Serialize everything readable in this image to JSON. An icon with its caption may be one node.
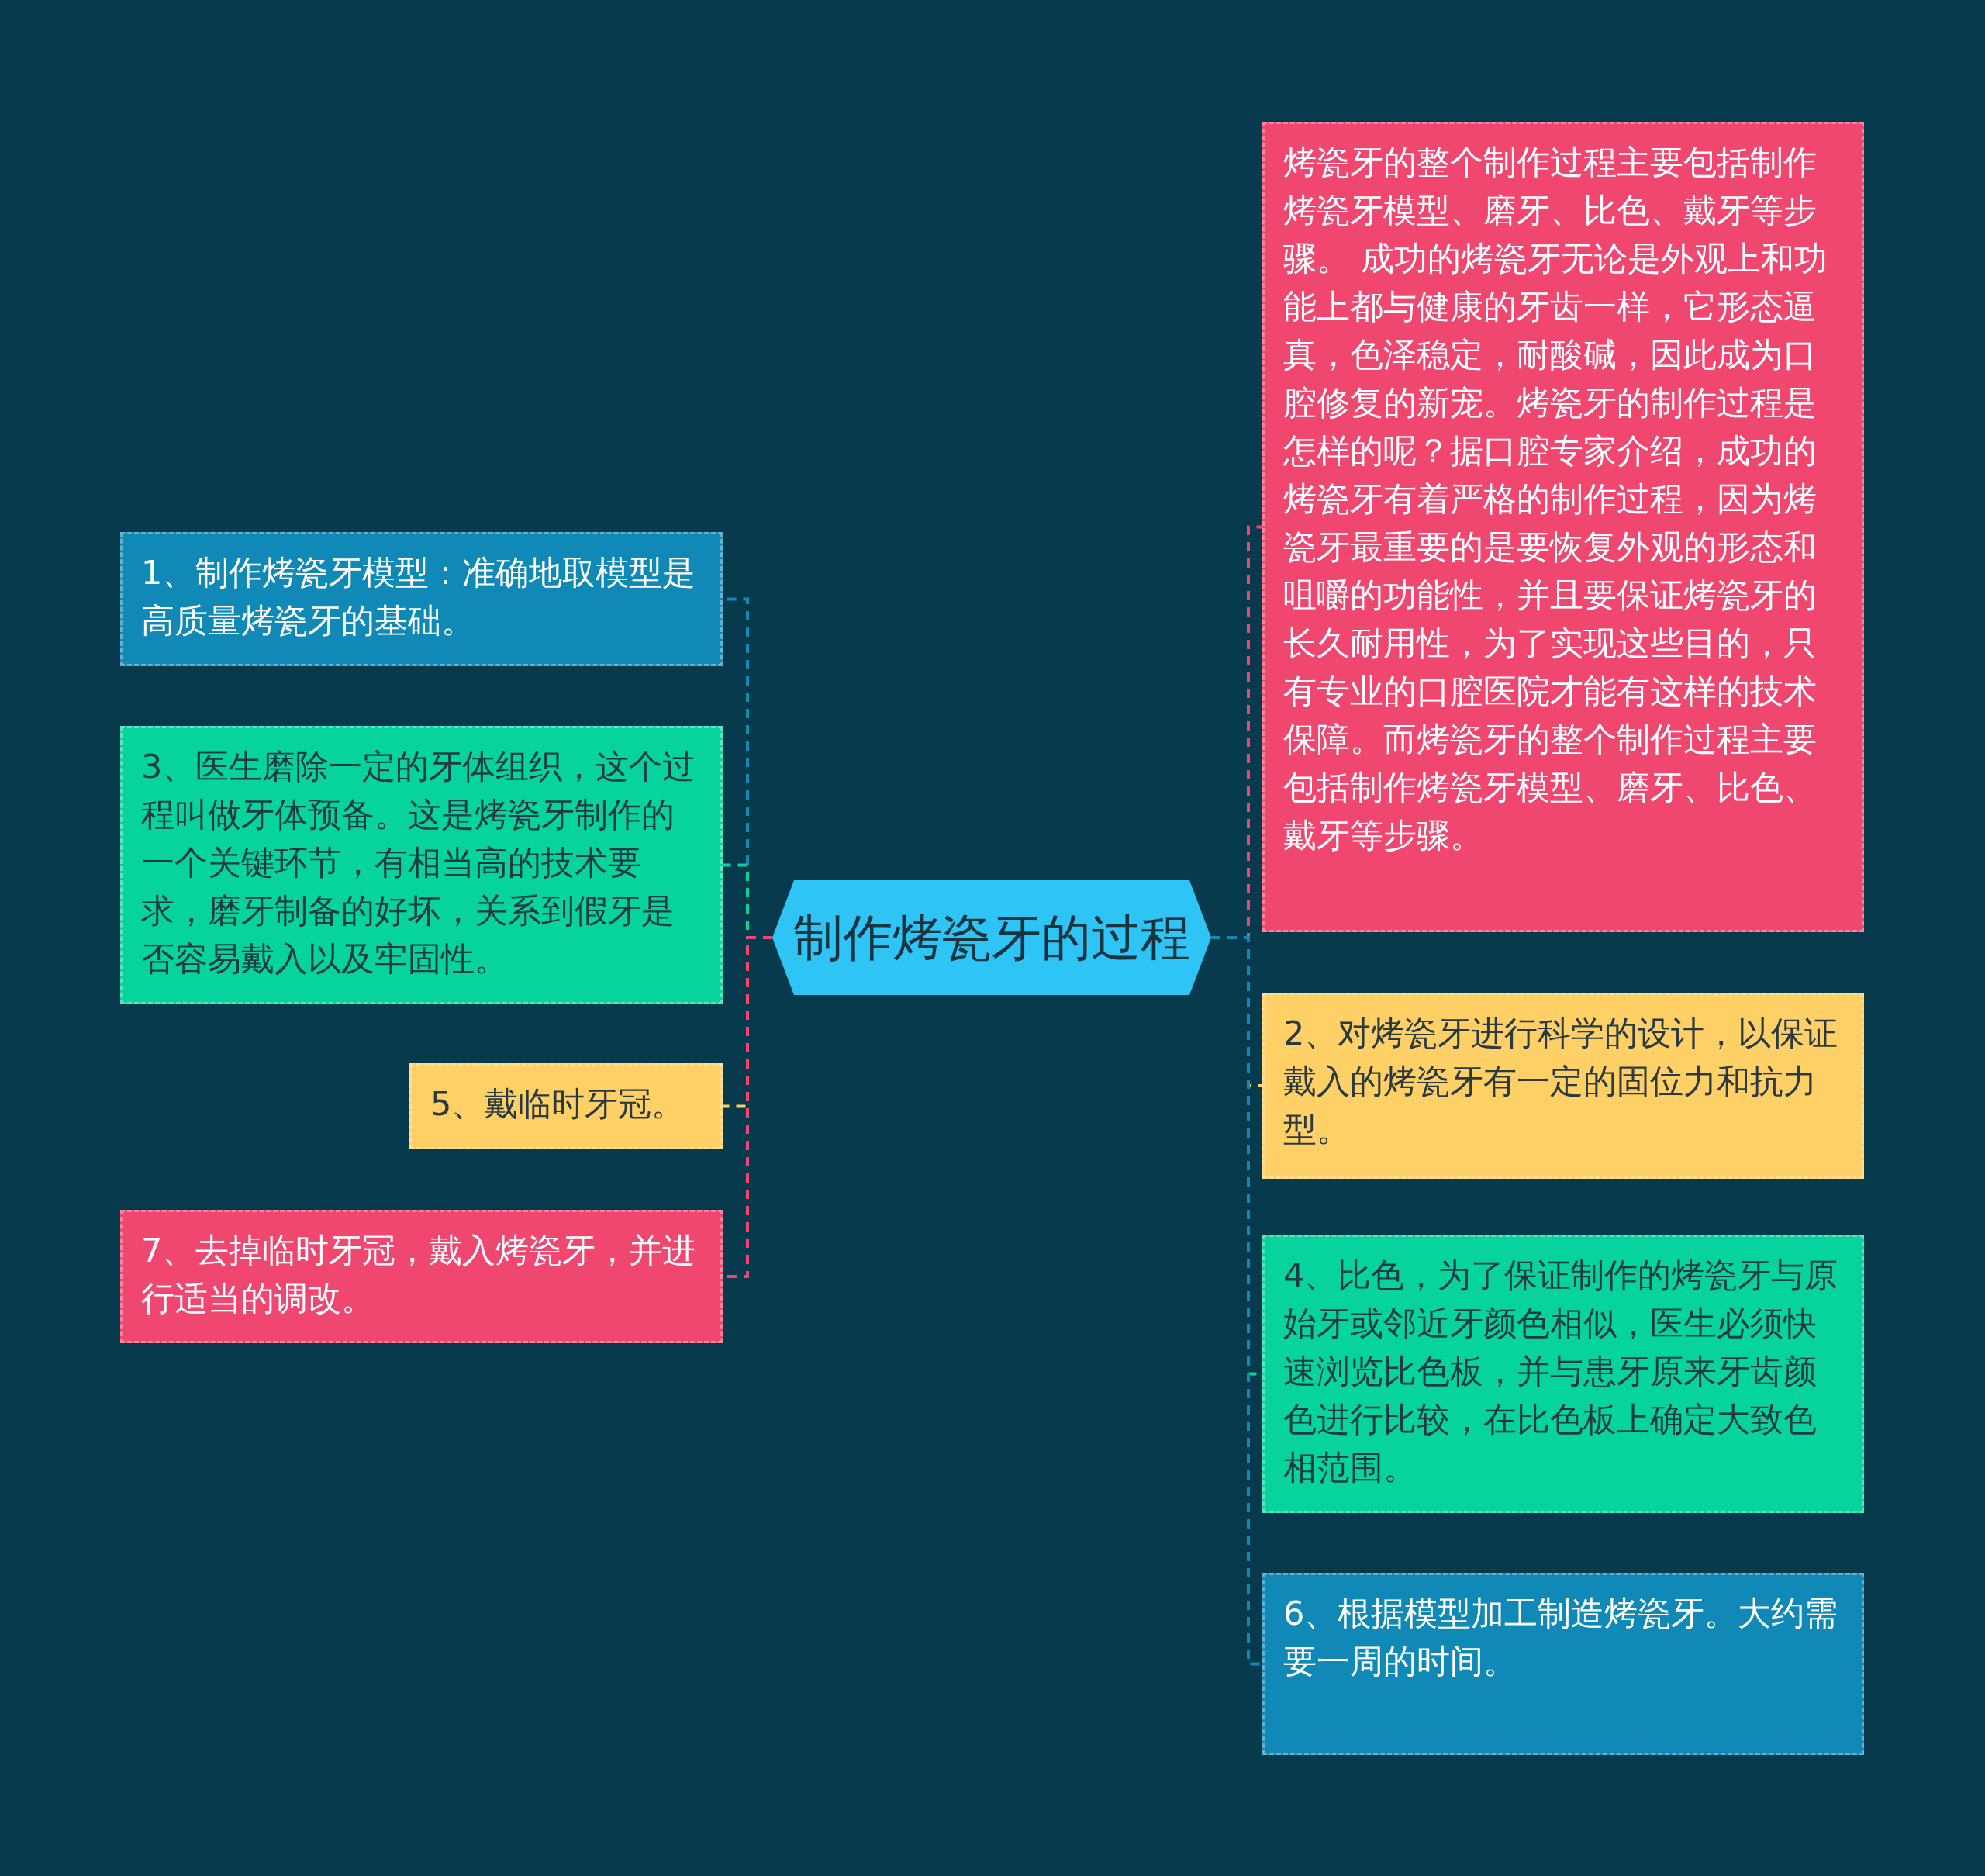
{
  "diagram": {
    "nodes": [
      {
        "text": [
          "制作烤瓷牙的过程"
        ]
      },
      {
        "text": [
          "烤瓷牙的整个制作过程主要包括制作烤瓷牙模型、磨牙、比色、戴牙等步骤。 成功的烤瓷牙无论是外观上和功能上都与健康的牙齿一样，它形态逼真，色泽稳定，耐酸碱，因此成为口腔修复的新宠。烤瓷牙的制作过程是怎样的呢？据口腔专家介绍，成功的烤瓷牙有着严格的制作过程，因为烤瓷牙最重要的是要恢复外观的形态和咀嚼的功能性，并且要保证烤瓷牙的长久耐用性，为了实现这些目的，只有专业的口腔医院才能有这样的技术保障。而烤瓷牙的整个制作过程主要包括制作烤瓷牙模型、磨牙、比色、戴牙等步骤。"
        ]
      },
      {
        "text": [
          "1、制作烤瓷牙模型：准确地取模型是高质量烤瓷牙的基础。"
        ]
      },
      {
        "text": [
          "2、对烤瓷牙进行科学的设计，以保证戴入的烤瓷牙有一定的固位力和抗力型。"
        ]
      },
      {
        "text": [
          "3、医生磨除一定的牙体组织，这个过程叫做牙体预备。这是烤瓷牙制作的一个关键环节，有相当高的技术要求，磨牙制备的好坏，关系到假牙是否容易戴入以及牢固性。"
        ]
      },
      {
        "text": [
          "4、比色，为了保证制作的烤瓷牙与原始牙或邻近牙颜色相似，医生必须快速浏览比色板，并与患牙原来牙齿颜色进行比较，在比色板上确定大致色相范围。"
        ]
      },
      {
        "text": [
          "5、戴临时牙冠。"
        ]
      },
      {
        "text": [
          "6、根据模型加工制造烤瓷牙。大约需要一周的时间。"
        ]
      },
      {
        "text": [
          "7、去掉临时牙冠，戴入烤瓷牙，并进行适当的调改。"
        ]
      }
    ],
    "edges": [
      {
        "from": 0,
        "to": 1,
        "arrow": "none",
        "style": "dashed",
        "color": "#ef476f"
      },
      {
        "from": 0,
        "to": 2,
        "arrow": "none",
        "style": "dashed",
        "color": "#1189b7"
      },
      {
        "from": 0,
        "to": 3,
        "arrow": "none",
        "style": "dashed",
        "color": "#ffd066"
      },
      {
        "from": 0,
        "to": 4,
        "arrow": "none",
        "style": "dashed",
        "color": "#07d49c"
      },
      {
        "from": 0,
        "to": 5,
        "arrow": "none",
        "style": "dashed",
        "color": "#07d49c"
      },
      {
        "from": 0,
        "to": 6,
        "arrow": "none",
        "style": "dashed",
        "color": "#ffd066"
      },
      {
        "from": 0,
        "to": 7,
        "arrow": "none",
        "style": "dashed",
        "color": "#1189b7"
      },
      {
        "from": 0,
        "to": 8,
        "arrow": "none",
        "style": "dashed",
        "color": "#ef476f"
      }
    ]
  }
}
